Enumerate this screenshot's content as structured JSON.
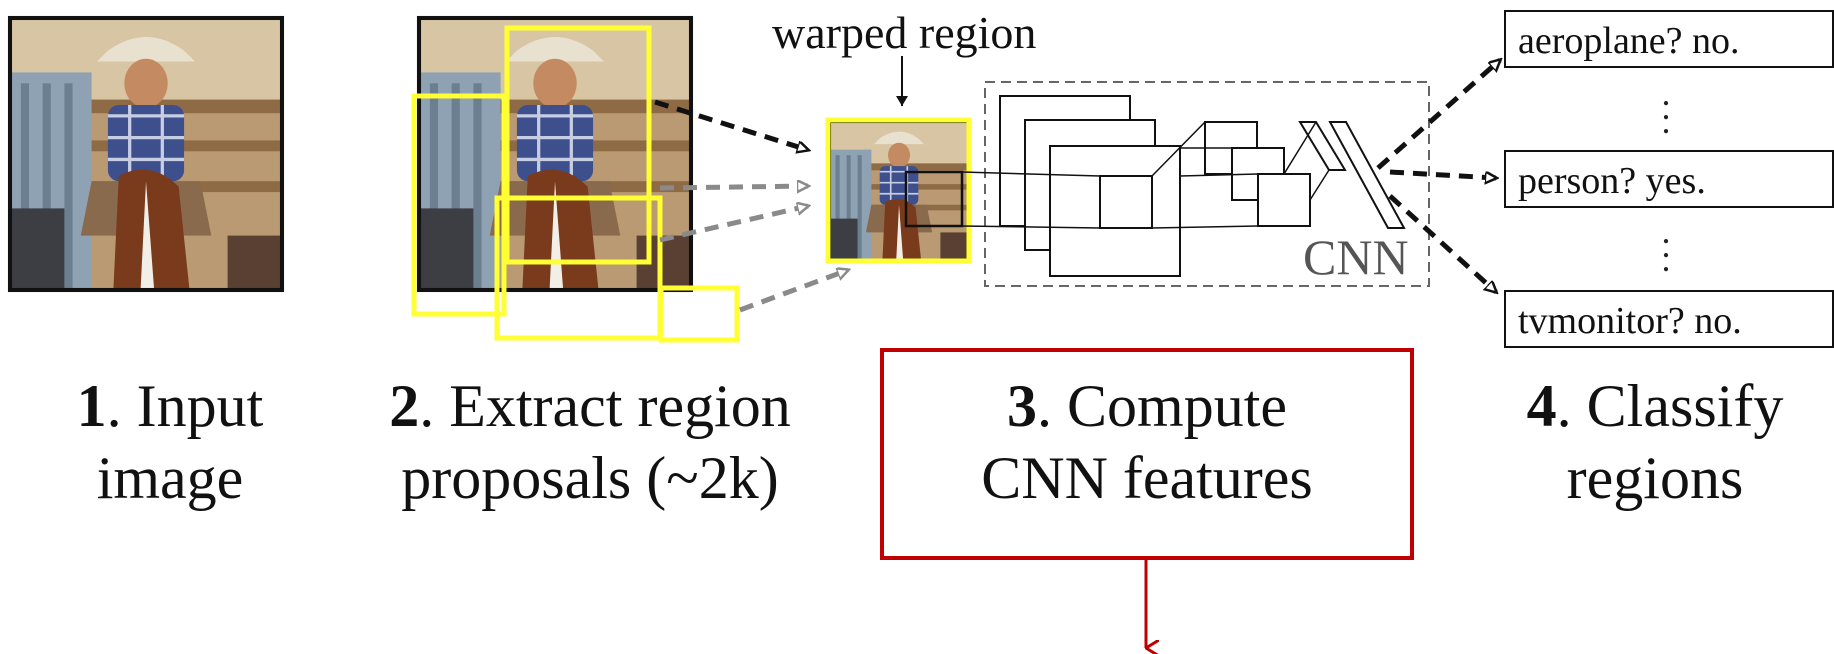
{
  "warped_label": "warped region",
  "cnn_label": "CNN",
  "classes": [
    {
      "text": "aeroplane? no."
    },
    {
      "text": "person? yes."
    },
    {
      "text": "tvmonitor? no."
    }
  ],
  "steps": [
    {
      "num": "1",
      "line1": ". Input",
      "line2": "image"
    },
    {
      "num": "2",
      "line1": ". Extract region",
      "line2": "proposals (~2k)"
    },
    {
      "num": "3",
      "line1": ". Compute",
      "line2": "CNN features"
    },
    {
      "num": "4",
      "line1": ". Classify",
      "line2": "regions"
    }
  ],
  "colors": {
    "proposal_box": "#ffff33",
    "highlight_box": "#c00000",
    "dashed_arrow_dark": "#111111",
    "dashed_arrow_gray": "#8a8a8a"
  },
  "icons": [
    "cowboy-horse-photo",
    "dashed-arrow",
    "down-arrow"
  ]
}
